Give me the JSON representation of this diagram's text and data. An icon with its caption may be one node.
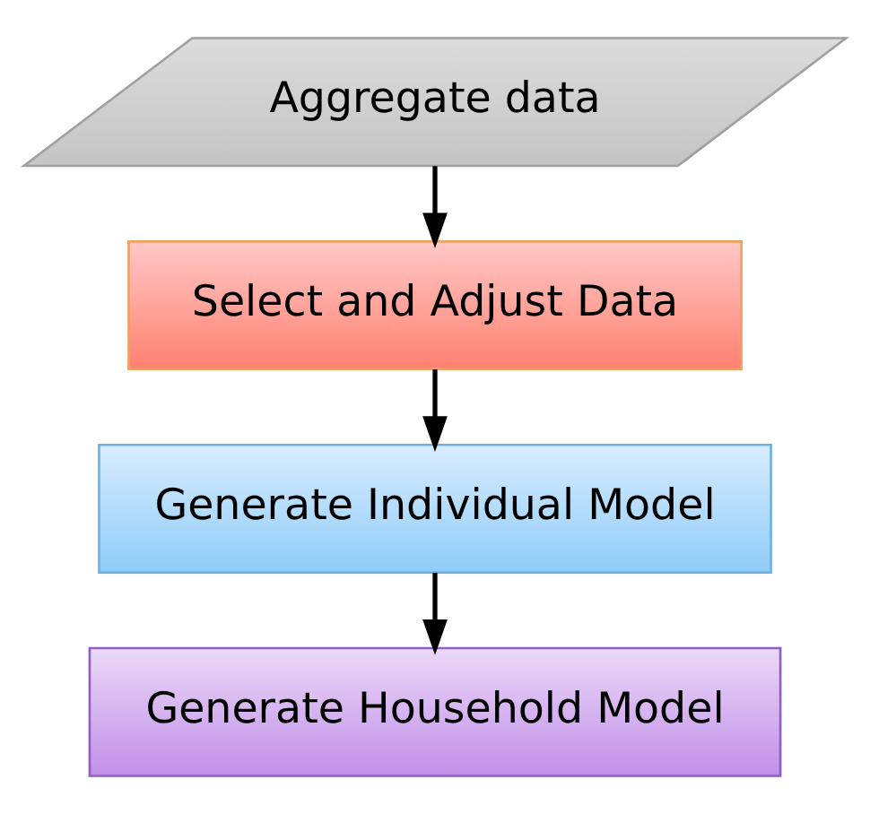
{
  "diagram": {
    "nodes": [
      {
        "text": [
          "Aggregate data"
        ]
      },
      {
        "text": [
          "Select and Adjust Data"
        ]
      },
      {
        "text": [
          "Generate Individual Model"
        ]
      },
      {
        "text": [
          "Generate Household Model"
        ]
      }
    ],
    "edges": [
      {
        "from": 0,
        "to": 1,
        "arrow": "to"
      },
      {
        "from": 1,
        "to": 2,
        "arrow": "to"
      },
      {
        "from": 2,
        "to": 3,
        "arrow": "to"
      }
    ]
  }
}
